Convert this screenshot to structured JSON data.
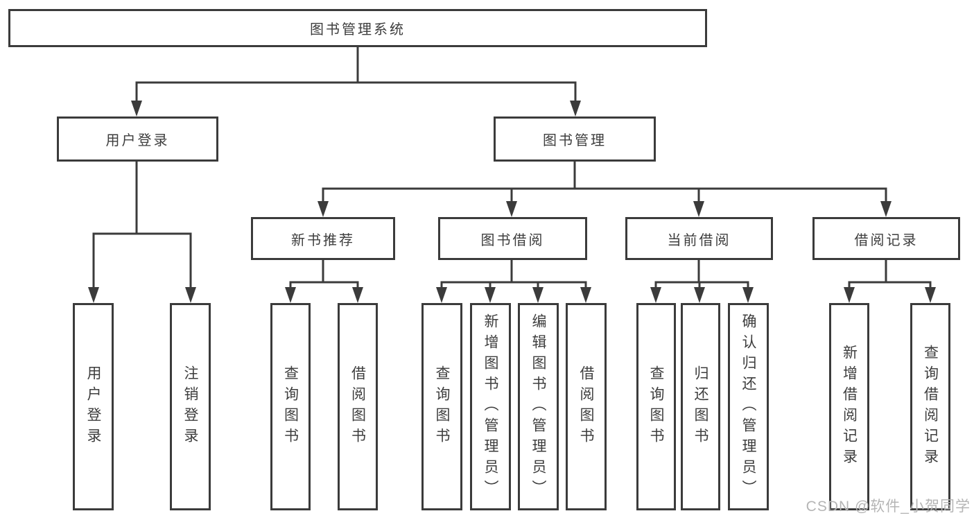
{
  "diagram_title": "图书管理系统",
  "tree": {
    "root": {
      "label": "图书管理系统"
    },
    "branches": [
      {
        "label": "用户登录",
        "children": [
          {
            "label": "用户登录"
          },
          {
            "label": "注销登录"
          }
        ]
      },
      {
        "label": "图书管理",
        "children": [
          {
            "label": "新书推荐",
            "children": [
              {
                "label": "查询图书"
              },
              {
                "label": "借阅图书"
              }
            ]
          },
          {
            "label": "图书借阅",
            "children": [
              {
                "label": "查询图书"
              },
              {
                "label": "新增图书（管理员）"
              },
              {
                "label": "编辑图书（管理员）"
              },
              {
                "label": "借阅图书"
              }
            ]
          },
          {
            "label": "当前借阅",
            "children": [
              {
                "label": "查询图书"
              },
              {
                "label": "归还图书"
              },
              {
                "label": "确认归还（管理员）"
              }
            ]
          },
          {
            "label": "借阅记录",
            "children": [
              {
                "label": "新增借阅记录"
              },
              {
                "label": "查询借阅记录"
              }
            ]
          }
        ]
      }
    ]
  },
  "watermark": {
    "text": "CSDN @软件_小贺同学"
  },
  "colors": {
    "line": "#3b3b3b",
    "text": "#3d3d3d",
    "watermark": "#b5b5b5",
    "background": "#ffffff"
  }
}
